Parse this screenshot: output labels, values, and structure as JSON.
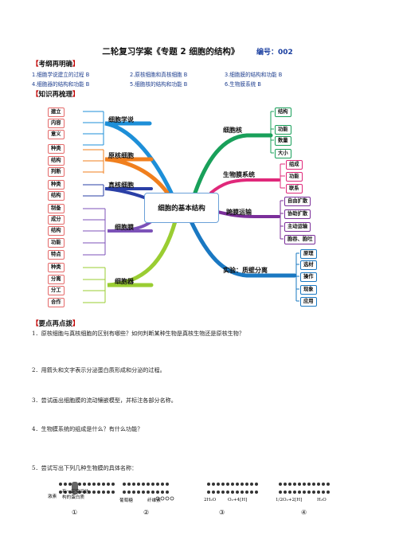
{
  "header": {
    "title": "二轮复习学案《专题 2 细胞的结构》",
    "number": "编号：002"
  },
  "goals": {
    "heading": "考纲再明确",
    "items": [
      "1.细胞学说建立的过程 B",
      "2.原核细胞和真核细胞 B",
      "3.细胞膜的结构和功能 B",
      "4.细胞器的结构和功能 B",
      "5.细胞核的结构和功能 B",
      "6.生物膜系统 B"
    ]
  },
  "knowledge": {
    "heading": "知识再梳理"
  },
  "mindmap": {
    "center": "细胞的基本结构",
    "left": [
      {
        "label": "细胞学说",
        "color": "#1d8fd8",
        "items": [
          "建立",
          "内容",
          "意义"
        ]
      },
      {
        "label": "原核细胞",
        "color": "#f07f1e",
        "items": [
          "种类",
          "结构",
          "判断"
        ]
      },
      {
        "label": "真核细胞",
        "color": "#2a3fa6",
        "items": [
          "种类",
          "结构"
        ]
      },
      {
        "label": "细胞膜",
        "color": "#7c52b8",
        "items": [
          "制备",
          "成分",
          "结构",
          "功能",
          "特点"
        ]
      },
      {
        "label": "细胞器",
        "color": "#9acd32",
        "items": [
          "种类",
          "分离",
          "分工",
          "合作"
        ]
      }
    ],
    "right": [
      {
        "label": "细胞核",
        "color": "#19a05a",
        "items": [
          "结构",
          "功能",
          "数量",
          "大小"
        ]
      },
      {
        "label": "生物膜系统",
        "color": "#e0287a",
        "items": [
          "组成",
          "功能",
          "联系"
        ]
      },
      {
        "label": "跨膜运输",
        "color": "#7b2f9a",
        "items": [
          "自由扩散",
          "协助扩散",
          "主动运输",
          "胞吞、胞吐"
        ]
      },
      {
        "label": "实验：质壁分离",
        "color": "#1a78c2",
        "items": [
          "原理",
          "选材",
          "操作",
          "现象",
          "应用"
        ]
      }
    ]
  },
  "points": {
    "heading": "要点再点拨",
    "questions": [
      "1．原核细胞与真核细胞的区别有哪些？如何判断某种生物是真核生物还是原核生物？",
      "2．用箭头和文字表示分泌蛋白质形成和分泌的过程。",
      "3．尝试画出细胞膜的流动镶嵌模型，并标注各部分名称。",
      "4．生物膜系统的组成是什么？有什么功能？",
      "5．尝试写出下列几种生物膜的具体名称："
    ]
  },
  "membranes": [
    {
      "num": "①",
      "labels": [
        "激素",
        "有一定空间结",
        "构的蛋白质"
      ]
    },
    {
      "num": "②",
      "labels": [
        "葡萄糖",
        "纤维素"
      ]
    },
    {
      "num": "③",
      "labels": [
        "2H₂O",
        "O₂+4[H]"
      ]
    },
    {
      "num": "④",
      "labels": [
        "1/2O₂+2[H]",
        "H₂O"
      ]
    }
  ]
}
